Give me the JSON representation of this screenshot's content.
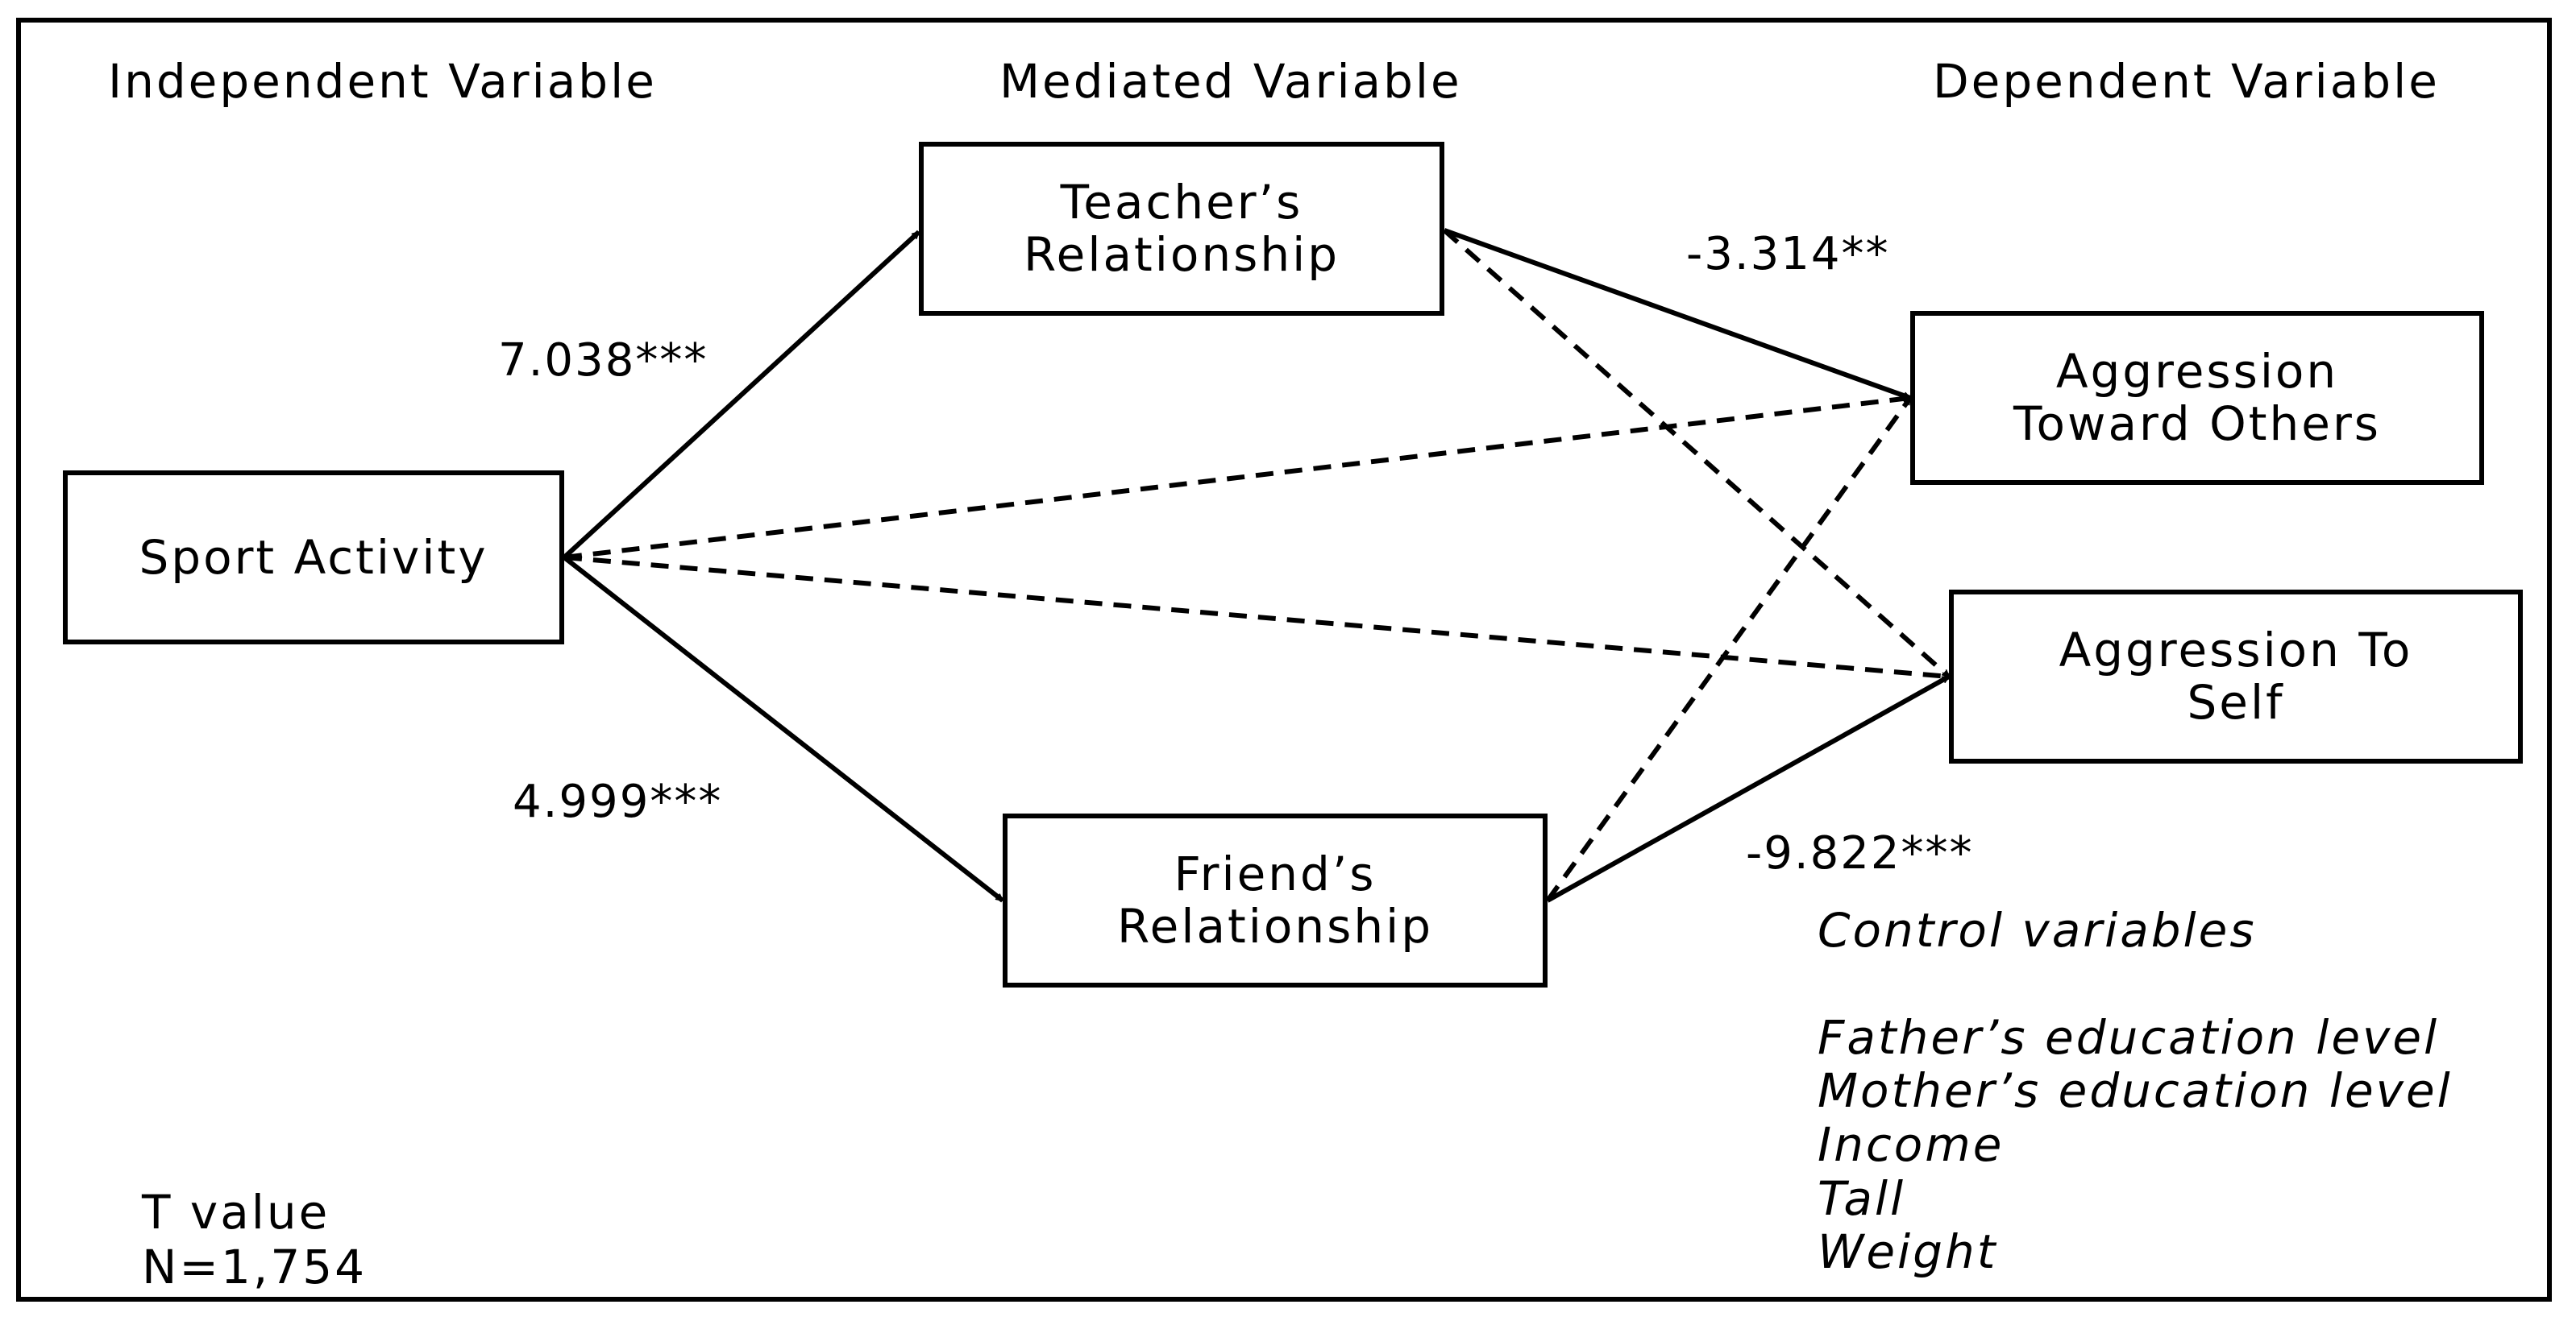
{
  "headings": {
    "independent": "Independent Variable",
    "mediated": "Mediated Variable",
    "dependent": "Dependent Variable"
  },
  "nodes": {
    "sport_activity": [
      "Sport Activity"
    ],
    "teacher_relationship": [
      "Teacher’s",
      "Relationship"
    ],
    "friend_relationship": [
      "Friend’s",
      "Relationship"
    ],
    "aggression_others": [
      "Aggression",
      "Toward Others"
    ],
    "aggression_self": [
      "Aggression To",
      "Self"
    ]
  },
  "paths": [
    {
      "from": "sport_activity",
      "to": "teacher_relationship",
      "style": "solid",
      "label": "7.038***"
    },
    {
      "from": "sport_activity",
      "to": "friend_relationship",
      "style": "solid",
      "label": "4.999***"
    },
    {
      "from": "teacher_relationship",
      "to": "aggression_others",
      "style": "solid",
      "label": "-3.314**"
    },
    {
      "from": "friend_relationship",
      "to": "aggression_self",
      "style": "solid",
      "label": "-9.822***"
    },
    {
      "from": "sport_activity",
      "to": "aggression_others",
      "style": "dashed",
      "label": ""
    },
    {
      "from": "sport_activity",
      "to": "aggression_self",
      "style": "dashed",
      "label": ""
    },
    {
      "from": "teacher_relationship",
      "to": "aggression_self",
      "style": "dashed",
      "label": ""
    },
    {
      "from": "friend_relationship",
      "to": "aggression_others",
      "style": "dashed",
      "label": ""
    }
  ],
  "control_variables": {
    "title": "Control variables",
    "items": [
      "Father’s education level",
      "Mother’s education level",
      "Income",
      "Tall",
      "Weight"
    ]
  },
  "note": {
    "statistic": "T value",
    "sample": "N=1,754"
  },
  "colors": {
    "line": "#000000",
    "background": "#ffffff"
  }
}
